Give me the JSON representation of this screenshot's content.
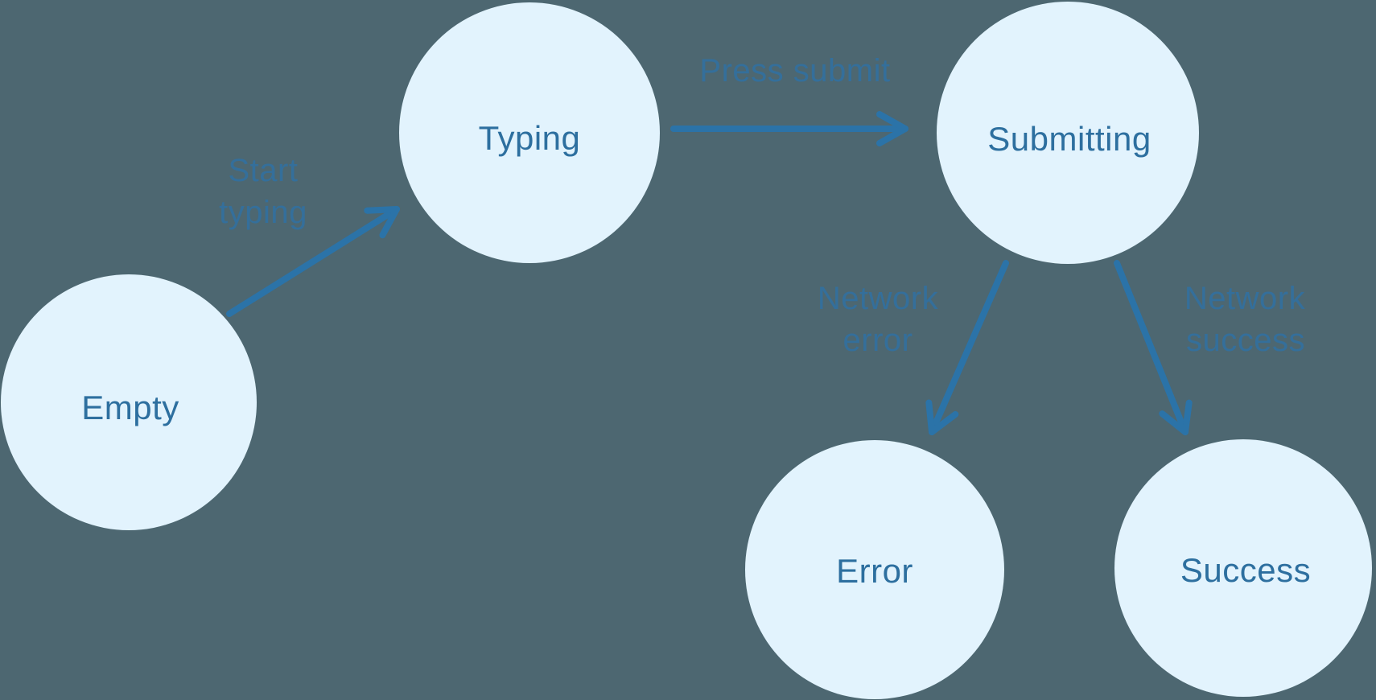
{
  "colors": {
    "background": "#4d6771",
    "node_fill": "#e2f3fd",
    "node_label": "#2d6f9f",
    "edge_label": "#32709f",
    "arrow": "#2b73a8"
  },
  "diagram": {
    "type": "state-machine",
    "nodes": [
      {
        "id": "empty",
        "label": "Empty"
      },
      {
        "id": "typing",
        "label": "Typing"
      },
      {
        "id": "submitting",
        "label": "Submitting"
      },
      {
        "id": "error",
        "label": "Error"
      },
      {
        "id": "success",
        "label": "Success"
      }
    ],
    "edges": [
      {
        "id": "empty-to-typing",
        "from": "empty",
        "to": "typing",
        "label": "Start typing",
        "lines": [
          "Start",
          "typing"
        ]
      },
      {
        "id": "typing-to-submitting",
        "from": "typing",
        "to": "submitting",
        "label": "Press submit",
        "lines": [
          "Press submit"
        ]
      },
      {
        "id": "submitting-to-error",
        "from": "submitting",
        "to": "error",
        "label": "Network error",
        "lines": [
          "Network",
          "error"
        ]
      },
      {
        "id": "submitting-to-success",
        "from": "submitting",
        "to": "success",
        "label": "Network success",
        "lines": [
          "Network",
          "success"
        ]
      }
    ]
  }
}
